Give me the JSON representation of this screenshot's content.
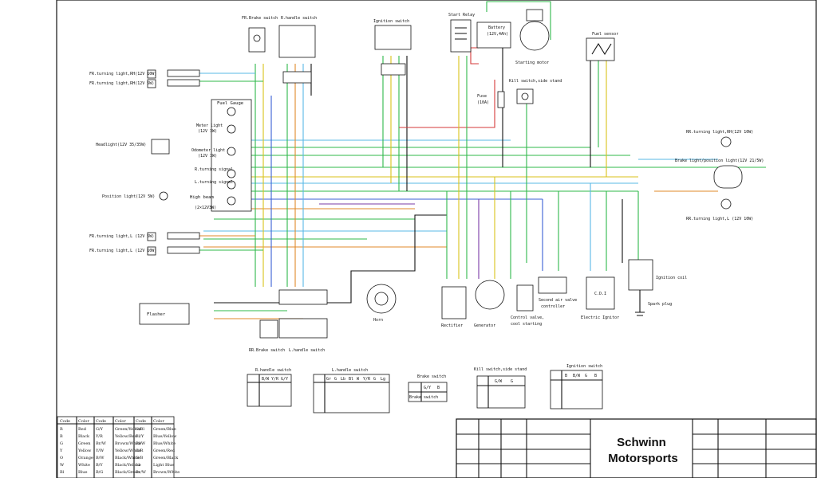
{
  "colors": {
    "red": "#d63a3a",
    "green": "#2fb84a",
    "yellow": "#d9c21a",
    "blue": "#3a5fd6",
    "lightblue": "#59b8e6",
    "purple": "#7a3aa6",
    "orange": "#e08a2a",
    "brown": "#8a5a2a",
    "black": "#111111",
    "pink": "#e678b4"
  },
  "labels": {
    "fr_brake_switch": "FR.Brake switch",
    "r_handle_switch": "R.handle switch",
    "ignition_switch": "Ignition switch",
    "start_relay": "Start Relay",
    "battery": "Battery",
    "battery_spec": "(12V,4Ah)",
    "starting_motor": "Starting motor",
    "fuel_sensor": "Fuel sensor",
    "kill_switch_side_stand": "Kill switch,side stand",
    "fuse": "Fuse",
    "fuse_spec": "(10A)",
    "fr_turn_r": "FR.turning light,RH(12V 10W)",
    "fr_turn_r2": "FR.turning light,RH(12V 5W)",
    "headlight": "Headlight(12V 35/35W)",
    "position_light": "Position light(12V 5W)",
    "fr_turn_l": "FR.turning light,L (12V 5W)",
    "fr_turn_l2": "FR.turning light,L (12V 10W)",
    "fuel_gauge": "Fuel Gauge",
    "meter_light": "Meter light",
    "meter_light_spec": "(12V 3W)",
    "odometer_light": "Odometer light",
    "odometer_light_spec": "(12V 3W)",
    "r_turning_signal": "R.turning signal",
    "l_turning_signal": "L.turning signal",
    "high_beam": "High beam",
    "high_beam_spec": "(2×12V3W)",
    "rr_turn_rh": "RR.turning light,RH(12V 10W)",
    "brake_light": "Brake light/position light(12V 21/5W)",
    "rr_turn_l": "RR.turning light,L (12V 10W)",
    "flasher": "Flasher",
    "rr_brake_switch": "RR.Brake switch",
    "l_handle_switch": "L.handle switch",
    "horn": "Horn",
    "rectifier": "Rectifier",
    "generator": "Generator",
    "control_valve": "Control valve,",
    "cool_starting": "cool starting",
    "second_air_valve": "Second air valve",
    "controller": "controller",
    "electric_ignitor": "Electric Ignitor",
    "cdi": "C.D.I",
    "ignition_coil": "Ignition coil",
    "spark_plug": "Spark plug",
    "brand_line1": "Schwinn",
    "brand_line2": "Motorsports"
  },
  "switch_tables": {
    "r_handle": {
      "title": "R.handle switch",
      "cols": [
        "B/W",
        "Y/R",
        "G/Y"
      ]
    },
    "l_handle": {
      "title": "L.handle switch",
      "cols": [
        "Gr",
        "G",
        "Lb",
        "Bl",
        "W",
        "Y/R",
        "G",
        "Lg"
      ]
    },
    "brake": {
      "title": "Brake switch",
      "cols": [
        "G/Y",
        "B"
      ],
      "row": "Brake switch"
    },
    "kill": {
      "title": "Kill switch,side stand",
      "cols": [
        "G/W",
        "G"
      ]
    },
    "ignition": {
      "title": "Ignition switch",
      "cols": [
        "B",
        "B/W",
        "G",
        "B"
      ]
    }
  },
  "wire_codes": {
    "headers": [
      "Code",
      "Color",
      "Code",
      "Color",
      "Code",
      "Color"
    ],
    "rows": [
      [
        "R",
        "Red",
        "G/Y",
        "Green/Yellow",
        "G/Bl",
        "Green/Blue"
      ],
      [
        "B",
        "Black",
        "Y/R",
        "Yellow/Red",
        "Bl/Y",
        "Blue/Yellow"
      ],
      [
        "G",
        "Green",
        "Br/W",
        "Brown/White",
        "Bl/W",
        "Blue/White"
      ],
      [
        "Y",
        "Yellow",
        "Y/W",
        "Yellow/White",
        "G/R",
        "Green/Red"
      ],
      [
        "O",
        "Orange",
        "B/W",
        "Black/White",
        "G/B",
        "Green/Black"
      ],
      [
        "W",
        "White",
        "B/Y",
        "Black/Yellow",
        "Lb",
        "Light Blue"
      ],
      [
        "Bl",
        "Blue",
        "B/G",
        "Black/Green",
        "Br/W",
        "Brown/White"
      ]
    ]
  }
}
